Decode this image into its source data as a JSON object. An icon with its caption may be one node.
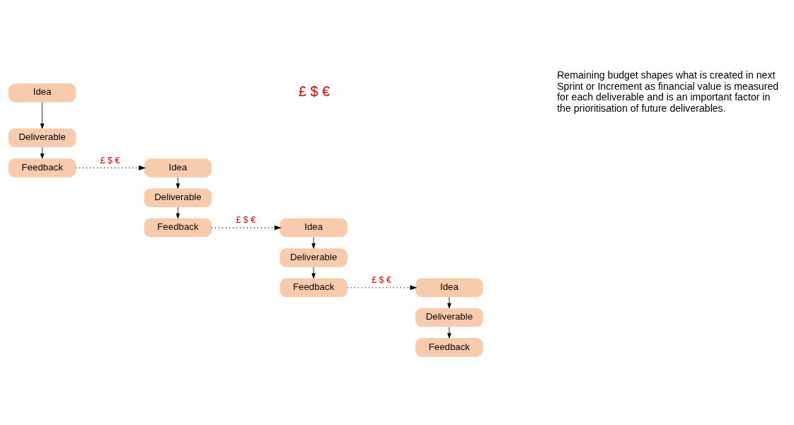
{
  "diagram": {
    "nodes": [
      {
        "text": [
          "Idea"
        ]
      },
      {
        "text": [
          "Deliverable"
        ]
      },
      {
        "text": [
          "Feedback"
        ]
      },
      {
        "text": [
          "Idea"
        ]
      },
      {
        "text": [
          "Deliverable"
        ]
      },
      {
        "text": [
          "Feedback"
        ]
      },
      {
        "text": [
          "Idea"
        ]
      },
      {
        "text": [
          "Deliverable"
        ]
      },
      {
        "text": [
          "Feedback"
        ]
      },
      {
        "text": [
          "Idea"
        ]
      },
      {
        "text": [
          "Deliverable"
        ]
      },
      {
        "text": [
          "Feedback"
        ]
      }
    ],
    "edges": [
      {
        "from": 0,
        "to": 1,
        "arrow": "to"
      },
      {
        "from": 1,
        "to": 2,
        "arrow": "to"
      },
      {
        "from": 2,
        "to": 3,
        "arrow": "to",
        "label": "£ $ €",
        "style": "dashed"
      },
      {
        "from": 3,
        "to": 4,
        "arrow": "to"
      },
      {
        "from": 4,
        "to": 5,
        "arrow": "to"
      },
      {
        "from": 5,
        "to": 6,
        "arrow": "to",
        "label": "£ $ €",
        "style": "dashed"
      },
      {
        "from": 6,
        "to": 7,
        "arrow": "to"
      },
      {
        "from": 7,
        "to": 8,
        "arrow": "to"
      },
      {
        "from": 8,
        "to": 9,
        "arrow": "to",
        "label": "£ $ €",
        "style": "dashed"
      },
      {
        "from": 9,
        "to": 10,
        "arrow": "to"
      },
      {
        "from": 10,
        "to": 11,
        "arrow": "to"
      }
    ],
    "labels": [
      "£ $ €",
      "Remaining budget shapes what is created in next Sprint or Increment as financial value is measured for each deliverable and is an important factor in the prioritisation of future deliverables."
    ]
  }
}
